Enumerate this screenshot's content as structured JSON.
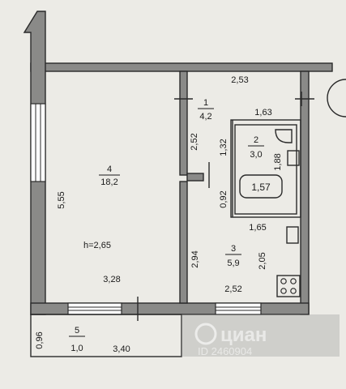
{
  "rooms": [
    {
      "number": "1",
      "area": "4,2"
    },
    {
      "number": "2",
      "area": "3,0"
    },
    {
      "number": "3",
      "area": "5,9"
    },
    {
      "number": "4",
      "area": "18,2"
    },
    {
      "number": "5",
      "area": "1,0"
    }
  ],
  "ceiling_height": "h=2,65",
  "dimensions": {
    "d_2_53": "2,53",
    "d_1_63": "1,63",
    "d_2_52_v": "2,52",
    "d_1_32": "1,32",
    "d_1_88": "1,88",
    "d_1_57": "1,57",
    "d_0_92": "0,92",
    "d_5_55": "5,55",
    "d_1_65": "1,65",
    "d_2_94": "2,94",
    "d_2_05": "2,05",
    "d_3_28": "3,28",
    "d_2_52_h": "2,52",
    "d_0_96": "0,96",
    "d_3_40": "3,40"
  },
  "watermark": {
    "brand": "циан",
    "id": "ID 2460904"
  }
}
